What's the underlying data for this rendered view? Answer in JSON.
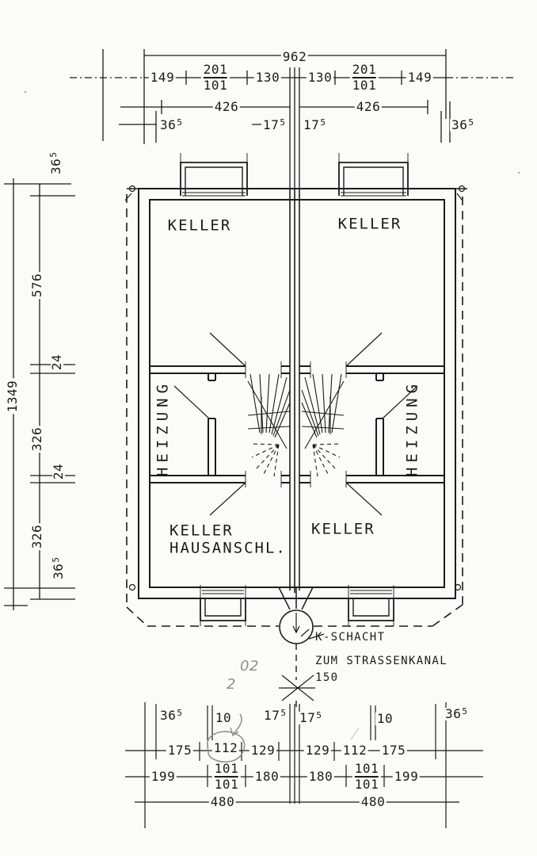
{
  "colors": {
    "ink": "#1b1b1b",
    "pencil": "#909090",
    "paper": "#fbfbf9"
  },
  "rooms": {
    "keller_top_left": "KELLER",
    "keller_top_right": "KELLER",
    "heizung_left": "HEIZUNG",
    "heizung_right": "HEIZUNG",
    "keller_bottom_left_line1": "KELLER",
    "keller_bottom_left_line2": "HAUSANSCHL.",
    "keller_bottom_right": "KELLER"
  },
  "annotations": {
    "k_schacht": "K-SCHACHT",
    "kanal": "ZUM STRASSENKANAL",
    "dn": "150",
    "pencil_note_1": "02",
    "pencil_note_2": "2"
  },
  "dims": {
    "top": {
      "total": "962",
      "r2": [
        "149",
        "130",
        "130",
        "149"
      ],
      "r2s": [
        {
          "o": "201",
          "u": "101"
        },
        {
          "o": "201",
          "u": "101"
        }
      ],
      "r3": [
        "426",
        "426"
      ],
      "r4": [
        {
          "m": "36",
          "s": "5"
        },
        {
          "m": "17",
          "s": "5"
        },
        {
          "m": "17",
          "s": "5"
        },
        {
          "m": "36",
          "s": "5"
        }
      ]
    },
    "left": {
      "total": "1349",
      "c": [
        {
          "m": "36",
          "s": "5"
        },
        {
          "m": "576",
          "s": ""
        },
        {
          "m": "24",
          "s": ""
        },
        {
          "m": "326",
          "s": ""
        },
        {
          "m": "24",
          "s": ""
        },
        {
          "m": "326",
          "s": ""
        },
        {
          "m": "36",
          "s": "5"
        }
      ]
    },
    "bottom": {
      "r1": [
        {
          "m": "36",
          "s": "5"
        },
        {
          "m": "10",
          "s": ""
        },
        {
          "m": "17",
          "s": "5"
        },
        {
          "m": "17",
          "s": "5"
        },
        {
          "m": "10",
          "s": ""
        },
        {
          "m": "36",
          "s": "5"
        }
      ],
      "r2": [
        "175",
        "112",
        "129",
        "129",
        "112",
        "175"
      ],
      "r3": [
        "199",
        "180",
        "180",
        "199"
      ],
      "r3s": [
        {
          "o": "101",
          "u": "101"
        },
        {
          "o": "101",
          "u": "101"
        }
      ],
      "r4": [
        "480",
        "480"
      ]
    }
  }
}
